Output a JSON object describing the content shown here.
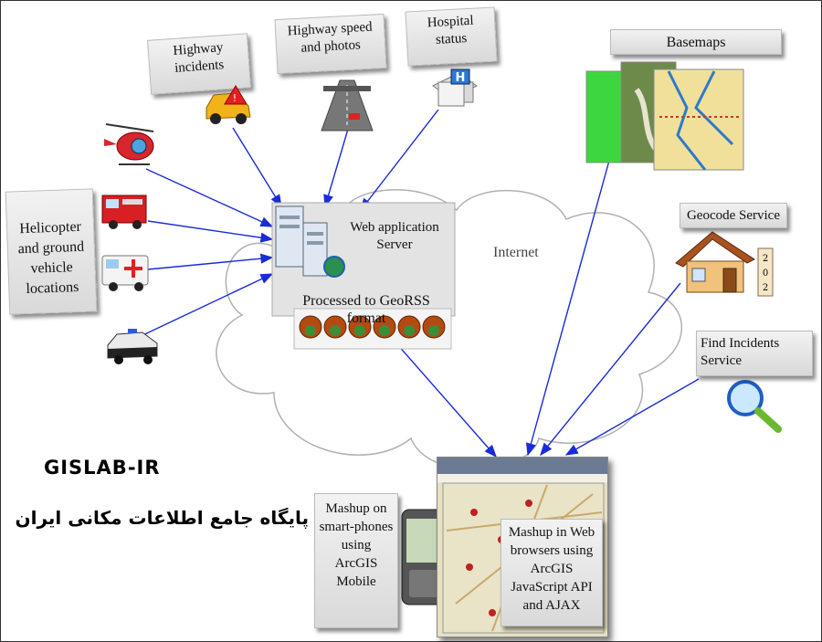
{
  "labels": {
    "highway_incidents": "Highway incidents",
    "highway_speed": "Highway speed and photos",
    "hospital_status": "Hospital status",
    "vehicle_locations": "Helicopter and ground vehicle locations",
    "web_app_server": "Web application Server",
    "processed": "Processed to GeoRSS format",
    "internet": "Internet",
    "basemaps": "Basemaps",
    "geocode": "Geocode Service",
    "find_incidents": "Find Incidents Service",
    "mashup_smartphones": "Mashup on smart-phones using ArcGIS Mobile",
    "mashup_browsers": "Mashup in Web browsers using ArcGIS JavaScript API and AJAX"
  },
  "branding": {
    "latin": "GISLAB-IR",
    "persian": "پایگاه جامع اطلاعات مکانی ایران"
  },
  "icons": {
    "incident_car": "car-warning-icon",
    "road": "highway-icon",
    "hospital": "hospital-icon",
    "helicopter": "helicopter-icon",
    "firetruck": "firetruck-icon",
    "ambulance": "ambulance-icon",
    "police": "police-car-icon",
    "server": "server-icon",
    "house": "house-icon",
    "magnifier": "magnifier-icon",
    "phone": "smartphone-icon"
  },
  "colors": {
    "arrow": "#1a2bd8",
    "cloud_stroke": "#b0b0b0",
    "label_bg": "#e4e4e4"
  }
}
